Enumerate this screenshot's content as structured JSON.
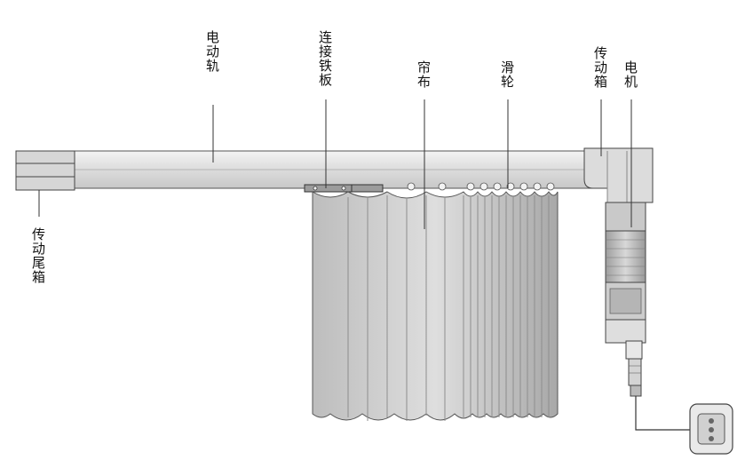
{
  "labels": {
    "rail": "电动轨",
    "connector_plate": "连接铁板",
    "curtain": "帘布",
    "pulley": "滑轮",
    "drive_box": "传动箱",
    "motor": "电机",
    "end_box": "传动尾箱"
  },
  "colors": {
    "rail_fill": "#e2e2e2",
    "rail_stroke": "#555555",
    "curtain_fill": "#cfcfcf",
    "curtain_fold_dark": "#a9a9a9",
    "motor_body": "#b9b9b9",
    "leader_line": "#333333"
  }
}
